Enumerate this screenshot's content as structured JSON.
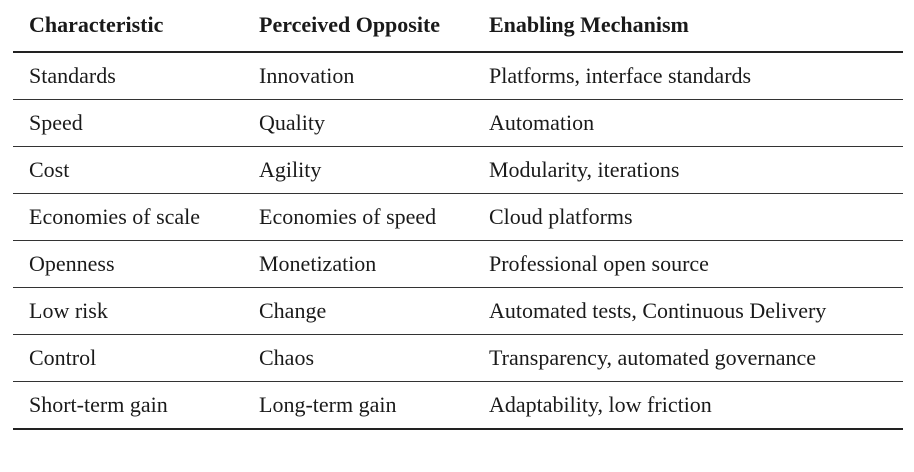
{
  "table": {
    "headers": [
      "Characteristic",
      "Perceived Opposite",
      "Enabling Mechanism"
    ],
    "rows": [
      [
        "Standards",
        "Innovation",
        "Platforms, interface standards"
      ],
      [
        "Speed",
        "Quality",
        "Automation"
      ],
      [
        "Cost",
        "Agility",
        "Modularity, iterations"
      ],
      [
        "Economies of scale",
        "Economies of speed",
        "Cloud platforms"
      ],
      [
        "Openness",
        "Monetization",
        "Professional open source"
      ],
      [
        "Low risk",
        "Change",
        "Automated tests, Continuous Delivery"
      ],
      [
        "Control",
        "Chaos",
        "Transparency, automated governance"
      ],
      [
        "Short-term gain",
        "Long-term gain",
        "Adaptability, low friction"
      ]
    ]
  }
}
